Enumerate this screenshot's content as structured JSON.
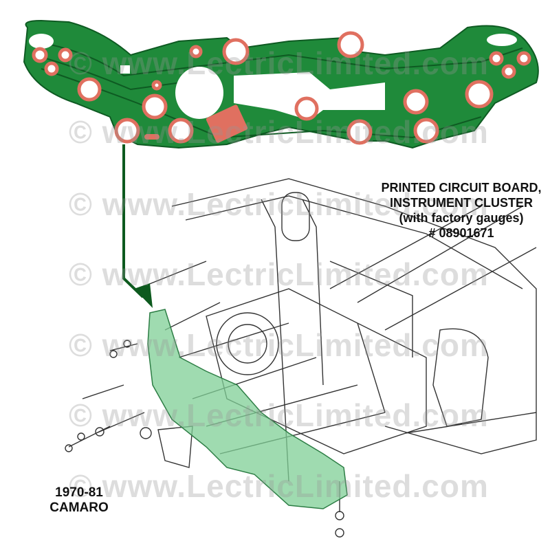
{
  "watermark": "© www.LectricLimited.com",
  "title": {
    "line1": "PRINTED CIRCUIT BOARD,",
    "line2": "INSTRUMENT CLUSTER",
    "line3": "(with factory gauges)",
    "line4": "# 08901671"
  },
  "model": {
    "years": "1970-81",
    "name": "CAMARO"
  },
  "colors": {
    "pcb": "#1f8a3a",
    "trace": "#0e5a22",
    "pad": "#e07060",
    "arrow": "#0d5a1e",
    "board_overlay": "#7fcf96"
  }
}
